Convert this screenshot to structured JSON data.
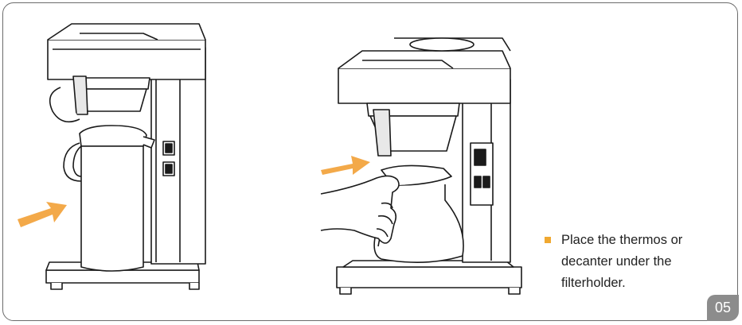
{
  "instruction": {
    "text": "Place the thermos or decanter under the filterholder."
  },
  "page": {
    "number": "05"
  },
  "colors": {
    "accent_orange": "#f0a830",
    "badge_gray": "#8c8c8c",
    "frame_gray": "#6b6b6b"
  },
  "illustrations": [
    {
      "name": "coffee-maker-with-thermos-illustration"
    },
    {
      "name": "coffee-maker-with-decanter-illustration"
    }
  ]
}
